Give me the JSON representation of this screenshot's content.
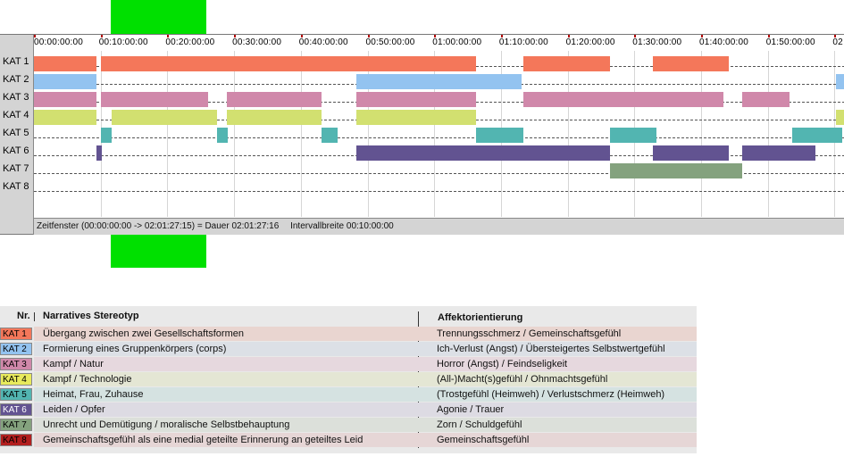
{
  "colors": {
    "kat1": "#f4775a",
    "kat2": "#93c3f0",
    "kat3": "#d088aa",
    "kat4": "#d2e070",
    "kat5": "#52b5b1",
    "kat6": "#625391",
    "kat7": "#84a27e",
    "kat8": "#b21f1f"
  },
  "timeline": {
    "ticks": [
      "00:00:00:00",
      "00:10:00:00",
      "00:20:00:00",
      "00:30:00:00",
      "00:40:00:00",
      "00:50:00:00",
      "01:00:00:00",
      "01:10:00:00",
      "01:20:00:00",
      "01:30:00:00",
      "01:40:00:00",
      "01:50:00:00",
      "02"
    ],
    "row_labels": [
      "KAT 1",
      "KAT 2",
      "KAT 3",
      "KAT 4",
      "KAT 5",
      "KAT 6",
      "KAT 7",
      "KAT 8"
    ],
    "status": {
      "window": "Zeitfenster (00:00:00:00 -> 02:01:27:15) = Dauer 02:01:27:16",
      "interval": "Intervallbreite 00:10:00:00"
    },
    "segments": [
      {
        "row": 0,
        "start": 0,
        "end": 9.4
      },
      {
        "row": 0,
        "start": 10.1,
        "end": 66.3
      },
      {
        "row": 0,
        "start": 73.3,
        "end": 86.4
      },
      {
        "row": 0,
        "start": 92.8,
        "end": 104.1
      },
      {
        "row": 1,
        "start": 0,
        "end": 9.4
      },
      {
        "row": 1,
        "start": 48.3,
        "end": 73.1
      },
      {
        "row": 1,
        "start": 120.2,
        "end": 122
      },
      {
        "row": 2,
        "start": 0,
        "end": 9.4
      },
      {
        "row": 2,
        "start": 10.1,
        "end": 26.1
      },
      {
        "row": 2,
        "start": 28.9,
        "end": 43.1
      },
      {
        "row": 2,
        "start": 48.3,
        "end": 66.3
      },
      {
        "row": 2,
        "start": 73.3,
        "end": 103.4
      },
      {
        "row": 2,
        "start": 106.2,
        "end": 113.3
      },
      {
        "row": 3,
        "start": 0,
        "end": 9.4
      },
      {
        "row": 3,
        "start": 11.6,
        "end": 27.5
      },
      {
        "row": 3,
        "start": 28.9,
        "end": 43.1
      },
      {
        "row": 3,
        "start": 48.3,
        "end": 66.3
      },
      {
        "row": 3,
        "start": 120.2,
        "end": 122
      },
      {
        "row": 4,
        "start": 10.1,
        "end": 11.6
      },
      {
        "row": 4,
        "start": 27.4,
        "end": 29.0
      },
      {
        "row": 4,
        "start": 43.1,
        "end": 45.5
      },
      {
        "row": 4,
        "start": 66.3,
        "end": 73.3
      },
      {
        "row": 4,
        "start": 86.3,
        "end": 93.3
      },
      {
        "row": 4,
        "start": 113.6,
        "end": 121.2
      },
      {
        "row": 5,
        "start": 9.4,
        "end": 10.2
      },
      {
        "row": 5,
        "start": 48.3,
        "end": 73.3
      },
      {
        "row": 5,
        "start": 73.3,
        "end": 86.4
      },
      {
        "row": 5,
        "start": 92.8,
        "end": 104.1
      },
      {
        "row": 5,
        "start": 106.2,
        "end": 117.1
      },
      {
        "row": 6,
        "start": 86.3,
        "end": 106.2
      }
    ]
  },
  "legend": {
    "headers": {
      "nr": "Nr.",
      "stereotyp": "Narratives Stereotyp",
      "affekt": "Affektorientierung"
    },
    "rows": [
      {
        "kat": "KAT 1",
        "stereotyp": "Übergang zwischen zwei Gesellschaftsformen",
        "affekt": "Trennungsschmerz / Gemeinschaftsgefühl",
        "bg": "#e9d5d0",
        "swatch": "#f4775a",
        "textcolor": "#000000"
      },
      {
        "kat": "KAT 2",
        "stereotyp": "Formierung eines Gruppenkörpers (corps)",
        "affekt": "Ich-Verlust (Angst) / Übersteigertes Selbstwertgefühl",
        "bg": "#dce0e6",
        "swatch": "#93c3f0",
        "textcolor": "#000000"
      },
      {
        "kat": "KAT 3",
        "stereotyp": "Kampf / Natur",
        "affekt": "Horror (Angst) / Feindseligkeit",
        "bg": "#e6d8de",
        "swatch": "#d088aa",
        "textcolor": "#000000"
      },
      {
        "kat": "KAT 4",
        "stereotyp": "Kampf / Technologie",
        "affekt": "(All-)Macht(s)gefühl / Ohnmachtsgefühl",
        "bg": "#e4e6d4",
        "swatch": "#e8ea5c",
        "textcolor": "#000000"
      },
      {
        "kat": "KAT 5",
        "stereotyp": "Heimat, Frau, Zuhause",
        "affekt": "(Trostgefühl (Heimweh) / Verlustschmerz (Heimweh)",
        "bg": "#d5e2e1",
        "swatch": "#52b5b1",
        "textcolor": "#000000"
      },
      {
        "kat": "KAT 6",
        "stereotyp": "Leiden / Opfer",
        "affekt": "Agonie / Trauer",
        "bg": "#dddbe3",
        "swatch": "#625391",
        "textcolor": "#ffffff"
      },
      {
        "kat": "KAT 7",
        "stereotyp": "Unrecht und Demütigung / moralische Selbstbehauptung",
        "affekt": "Zorn / Schuldgefühl",
        "bg": "#dce0da",
        "swatch": "#84a27e",
        "textcolor": "#000000"
      },
      {
        "kat": "KAT 8",
        "stereotyp": "Gemeinschaftsgefühl als eine medial geteilte Erinnerung an geteiltes Leid",
        "affekt": "Gemeinschaftsgefühl",
        "bg": "#e6d6d6",
        "swatch": "#b21f1f",
        "textcolor": "#000000"
      }
    ]
  }
}
